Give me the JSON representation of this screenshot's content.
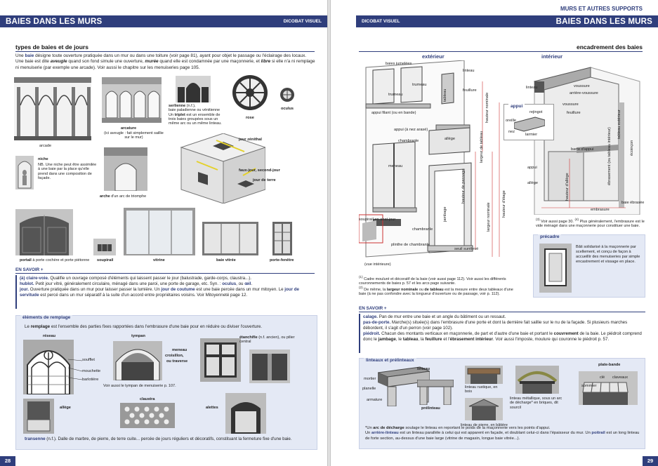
{
  "left_page": {
    "header": "BAIES DANS LES MURS",
    "header_tag": "DICOBAT VISUEL",
    "page_number": "28",
    "section_title": "types de baies et de jours",
    "intro_p1_a": "Une ",
    "intro_p1_baie": "baie",
    "intro_p1_b": " désigne toute ouverture pratiquée dans un mur ou dans une toiture (voir page 81), ayant pour objet le passage ou l'éclairage des locaux.",
    "intro_p2_a": "Une baie est dite ",
    "intro_p2_aveugle": "aveugle",
    "intro_p2_b": " quand son fond simule une ouverture, ",
    "intro_p2_muree": "murée",
    "intro_p2_c": " quand elle est condamnée par une maçonnerie, et ",
    "intro_p2_libre": "libre",
    "intro_p2_d": " si elle n'a ni remplage ni menuiserie (par exemple une arcade). Voir aussi le chapitre sur les menuiseries page 105.",
    "labels": {
      "arcade": "arcade",
      "arcature_t": "arcature",
      "arcature_c": "(ici aveugle : fait simplement saillie sur le mur)",
      "serlienne_t": "serlienne",
      "serlienne_nf": " (n.f.),",
      "serlienne_c1": "baie paladienne ou vénitienne",
      "serlienne_c2a": "Un ",
      "serlienne_c2b": "triplet",
      "serlienne_c2c": " est un ensemble de trois baies groupées sous un même arc ou un même linteau.",
      "rose": "rose",
      "oculus": "oculus",
      "niche_t": "niche",
      "niche_c": "NB. Une niche peut être assimilée à une baie par la place qu'elle prend dans une composition de façade.",
      "arche": "arche",
      "arche_c": " d'un arc de triomphe",
      "jour_zenithal": "jour zénithal",
      "faux_jour": "faux-jour, second-jour",
      "jour_de_terre": "jour de terre",
      "portail_t": "portail",
      "portail_c": " à porte cochère et porte piétonne",
      "soupirail": "soupirail",
      "vitrine": "vitrine",
      "baie_vitree": "baie vitrée",
      "porte_fenetre": "porte-fenêtre"
    },
    "en_savoir": {
      "title": "EN SAVOIR +",
      "l1_t": "(à) claire-voie.",
      "l1": " Qualifie un ouvrage composé d'éléments qui laissent passer le jour (balustrade, garde-corps, claustra...).",
      "l2_t": "hublot.",
      "l2": " Petit jour vitré, généralement circulaire, ménagé dans une paroi, une porte de garage, etc. Syn. : ",
      "l2_o": "oculus",
      "l2_ou": ", ou ",
      "l2_oe": "œil",
      "l2_end": ".",
      "l3_t": "jour.",
      "l3a": " Ouverture pratiquée dans un mur pour laisser passer la lumière. Un ",
      "l3_jc": "jour de coutume",
      "l3b": " est une baie percée dans un mur mitoyen. Le ",
      "l3_js": "jour de servitude",
      "l3c": " est percé dans un mur séparatif à la suite d'un accord entre propriétaires voisins. Voir Mitoyenneté page 12."
    },
    "remplage": {
      "head": "éléments de remplage",
      "intro_a": "Le ",
      "intro_t": "remplage",
      "intro_b": " est l'ensemble des parties fixes rapportées dans l'embrasure d'une baie pour en réduire ou diviser l'ouverture.",
      "reseau": "réseau",
      "soufflet": "soufflet",
      "mouchette": "mouchette",
      "barlotiere": "barlotière",
      "tympan": "tympan",
      "tympan_c": "Voir aussi le tympan de menuiserie p. 107.",
      "meneau": "meneau",
      "croisillon": "croisillon,",
      "ou_traverse": "ou traverse",
      "etanchifie_t": "étanchifie",
      "etanchifie_c": " (n.f. ancien), ou pilier central",
      "allege": "allège",
      "claustra": "claustra",
      "aletes": "alettes",
      "transenne_t": "transenne",
      "transenne_nf": " (n.f.).",
      "transenne_c": " Dalle de marbre, de pierre, de terre cuite... percée de jours réguliers et décoratifs, constituant la fermeture fixe d'une baie."
    }
  },
  "right_page": {
    "top_note": "MURS ET AUTRES SUPPORTS",
    "header": "BAIES DANS LES MURS",
    "header_tag": "DICOBAT VISUEL",
    "page_number": "29",
    "section_title": "encadrement des baies",
    "exterieur": "extérieur",
    "interieur": "intérieur",
    "labels": {
      "baies_jumelees": "baies jumelées",
      "trumeau1": "trumeau",
      "trumeau2": "trumeau",
      "appui_filant": "appui filant (ou en bande)",
      "linteau": "linteau",
      "feuillure": "feuillure",
      "tableau": "tableau",
      "hauteur_nominale": "hauteur nominale",
      "appui_nu": "appui (à nez arasé)",
      "chambranle": "chambranle",
      "allege": "allège",
      "meneau": "meneau",
      "largeur_tableau": "largeur de tableau",
      "hauteur_passage": "hauteur de passage",
      "largeur_nominale": "largeur nominale",
      "hauteur_etage": "hauteur d'étage",
      "jambage": "jambage",
      "soupirail_abat": "soupirail en abat-jour",
      "chambranle2": "chambranle",
      "plinthe": "plinthe de chambranle",
      "seuil": "seuil surélevé",
      "vue_int": "(vue intérieure)",
      "linteau_int": "linteau",
      "voussure": "voussure",
      "arriere_voussure": "arrière-voussure",
      "appui_box": "appui",
      "rejingot": "rejingot",
      "oreille": "oreille",
      "nez": "nez",
      "larmier": "larmier",
      "feuillure_int": "feuillure",
      "tableau_ext": "tableau extérieur",
      "barre_appui": "barre d'appui",
      "ebrasement": "ébrasement (ou tableau intérieur)",
      "ecoincon": "écoinçon",
      "appui_int": "appui",
      "allege_int": "allège",
      "hauteur_allege": "hauteur d'allège",
      "embrasure": "embrasure",
      "baie_ebrasee": "baie ébrasée",
      "note1": "Cadre mouluré et décoratif de la baie (voir aussi page 112). Voir aussi les différents couronnements de baies p. 57 et les arcs page suivante.",
      "note2_a": "De même, la ",
      "note2_b": "largeur nominale",
      "note2_c": " ou ",
      "note2_d": "de tableau",
      "note2_e": " est la mesure entre deux tableaux d'une baie (à ne pas confondre avec la longueur d'ouverture ou de passage, voir p. 112).",
      "note3": "Voir aussi page 30.",
      "note4": "Plus généralement, l'embrasure est le vide ménagé dans une maçonnerie pour constituer une baie."
    },
    "precadre": {
      "head": "précadre",
      "text": "Bâti solidarisé à la maçonnerie par scellement, et conçu de façon à accueillir des menuiseries par simple encastrement et vissage en place."
    },
    "en_savoir": {
      "title": "EN SAVOIR +",
      "l1_t": "calage.",
      "l1": " Pan de mur entre une baie et un angle du bâtiment ou un ressaut.",
      "l2_t": "pas-de-porte.",
      "l2": " Marche(s) située(s) dans l'embrasure d'une porte et dont la dernière fait saillie sur le nu de la façade. Si plusieurs marches débordent, il s'agit d'un perron (voir page 102).",
      "l3_t": "piédroit.",
      "l3a": " Chacun des montants verticaux en maçonnerie, de part et d'autre d'une baie et portant le ",
      "l3_c": "couvrement",
      "l3b": " de la baie. Le piédroit comprend donc le ",
      "l3_j": "jambage",
      "l3_comma": ", le ",
      "l3_tab": "tableau",
      "l3_comma2": ", la ",
      "l3_f": "feuillure",
      "l3_et": " et l'",
      "l3_e": "ébrasement intérieur",
      "l3_end": ". Voir aussi l'imposte, moulure qui couronne le piédroit p. 57."
    },
    "linteaux": {
      "head": "linteaux et prélinteaux",
      "linteau": "linteau",
      "mortier": "mortier",
      "planelle": "planelle",
      "armature": "armature",
      "prelinteau": "prélinteau",
      "linteau_rustique": "linteau rustique, en bois",
      "linteau_metal": "linteau métallique, sous un arc de décharge* en briques, dit sourcil",
      "linteau_pierre": "linteau de pierre, en bâtière",
      "plate_bande": "plate-bande",
      "cle": "clé",
      "claveaux": "claveaux",
      "sommier": "sommier",
      "foot1_a": "*Un ",
      "foot1_b": "arc de décharge",
      "foot1_c": " soulage le linteau en reportant le poids de la maçonnerie vers les points d'appui.",
      "foot2_a": "Un ",
      "foot2_b": "arrière-linteau",
      "foot2_c": " est un linteau parallèle à celui qui est apparent en façade, et doublant celui-ci dans l'épaisseur du mur. Un ",
      "foot2_d": "poitrail",
      "foot2_e": " est un long linteau de forte section, au-dessus d'une baie large (vitrine de magasin, longue baie vitrée...)."
    }
  }
}
